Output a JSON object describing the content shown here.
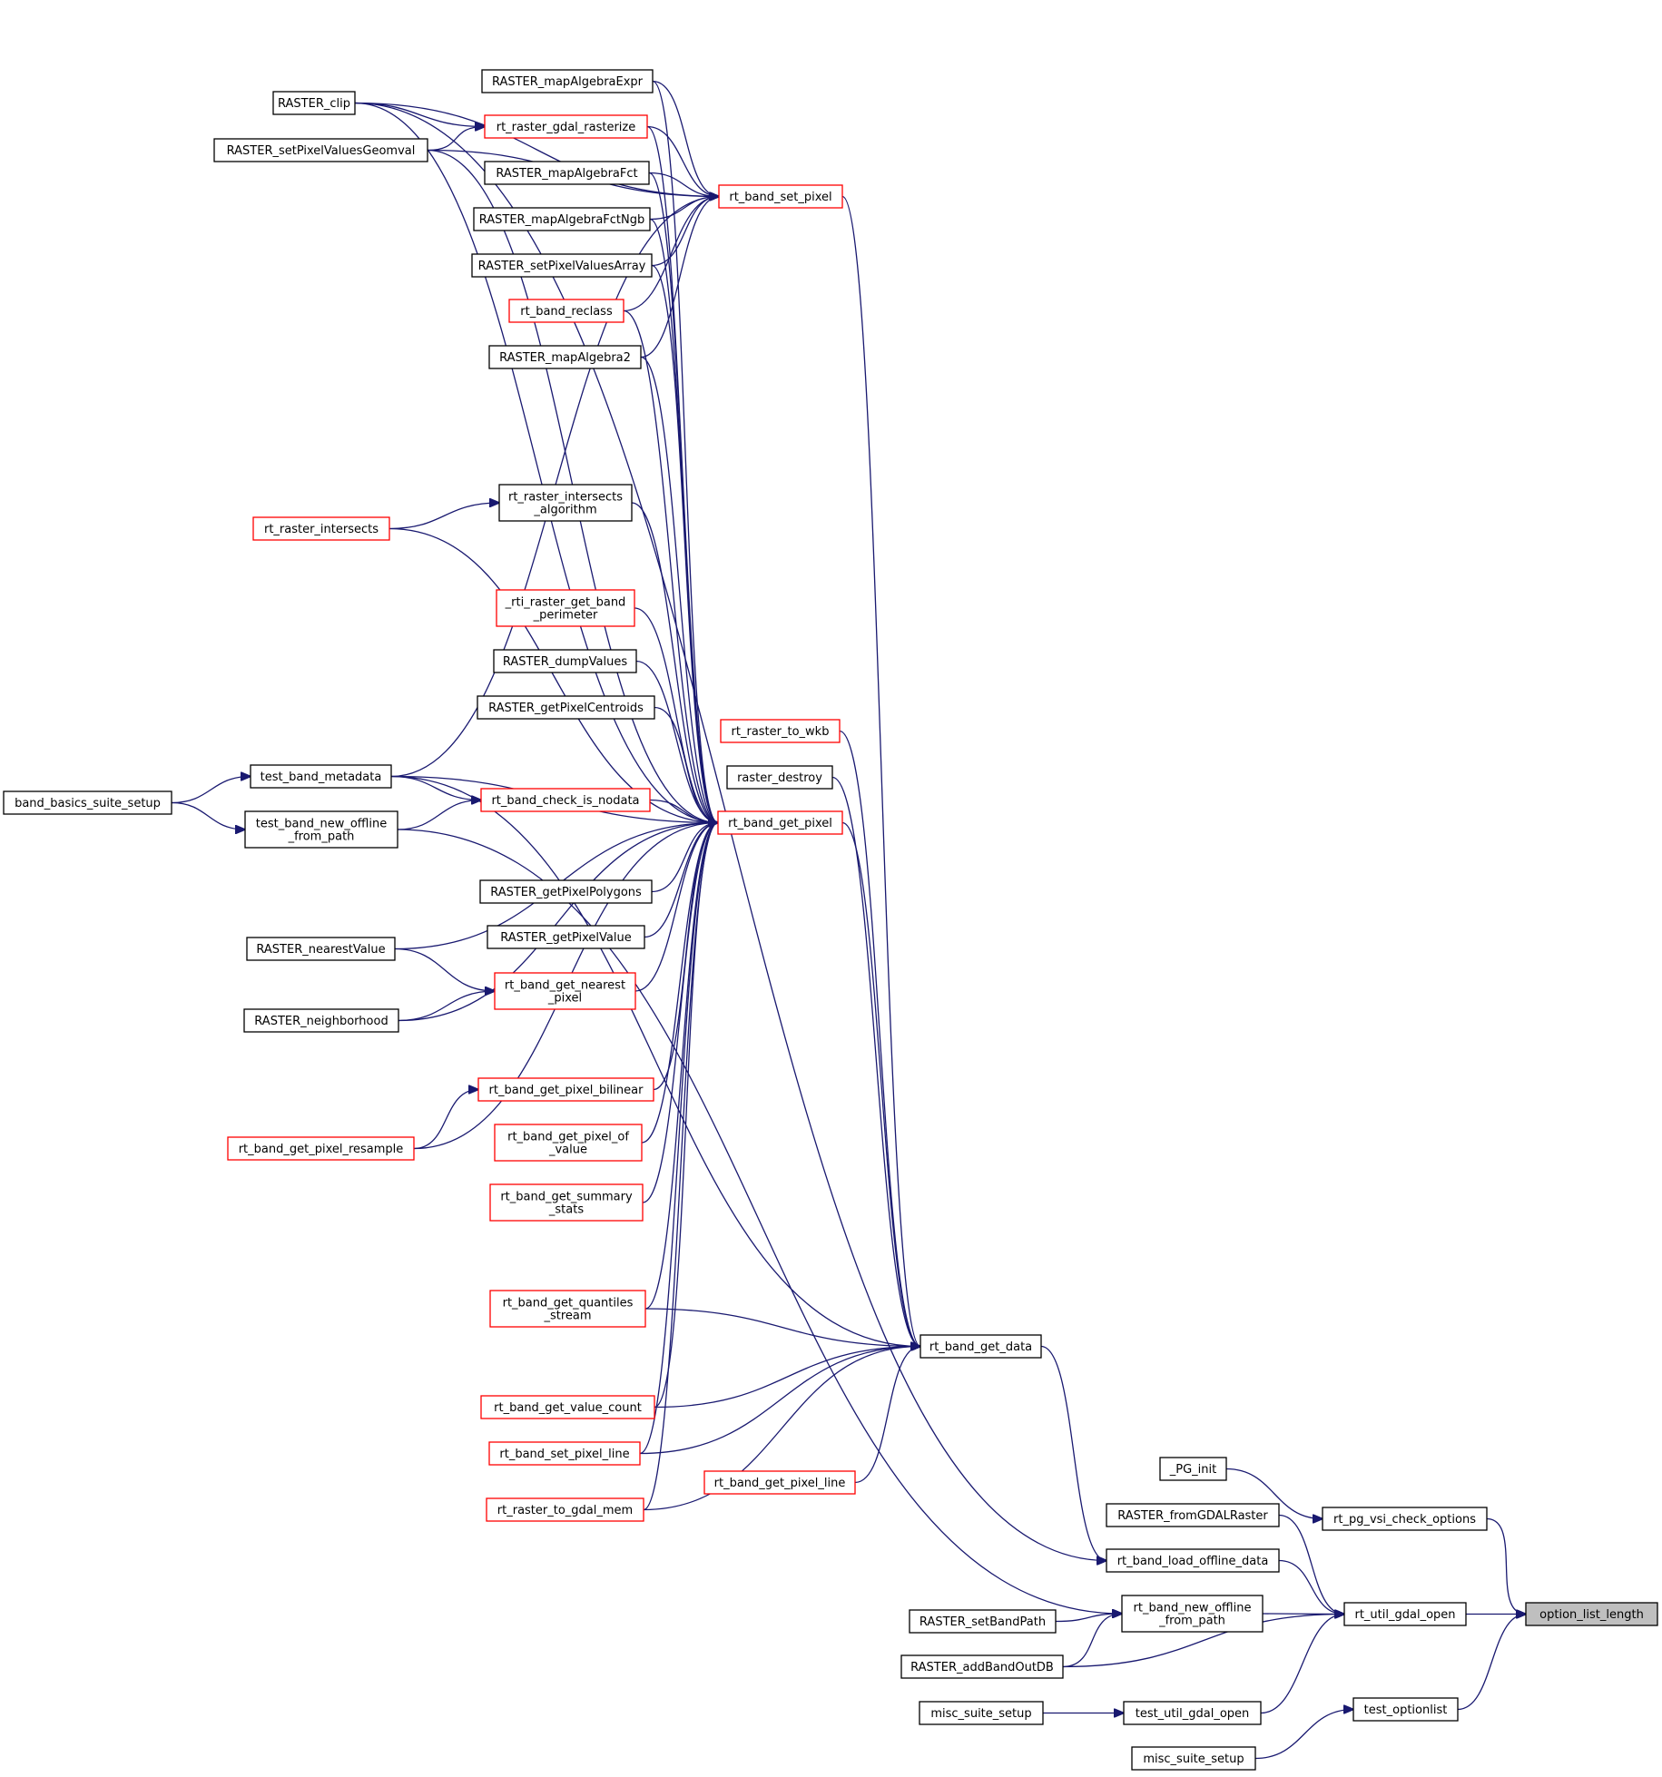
{
  "title": "Caller graph of option_list_length",
  "colors": {
    "edge": "#191970",
    "node_border": "#000000",
    "truncated_node_border": "#ff0000",
    "focus_node_fill": "#bfbfbf",
    "background": "#ffffff"
  },
  "focus_node": "option_list_length",
  "nodes": [
    {
      "id": "option_list_length",
      "label": [
        "option_list_length"
      ],
      "style": "focus"
    },
    {
      "id": "rt_pg_vsi_check_options",
      "label": [
        "rt_pg_vsi_check_options"
      ],
      "style": "normal"
    },
    {
      "id": "rt_util_gdal_open",
      "label": [
        "rt_util_gdal_open"
      ],
      "style": "normal"
    },
    {
      "id": "test_optionlist",
      "label": [
        "test_optionlist"
      ],
      "style": "normal"
    },
    {
      "id": "_PG_init",
      "label": [
        "_PG_init"
      ],
      "style": "normal"
    },
    {
      "id": "RASTER_fromGDALRaster",
      "label": [
        "RASTER_fromGDALRaster"
      ],
      "style": "normal"
    },
    {
      "id": "rt_band_load_offline_data",
      "label": [
        "rt_band_load_offline_data"
      ],
      "style": "normal"
    },
    {
      "id": "rt_band_new_offline_from_path",
      "label": [
        "rt_band_new_offline",
        "_from_path"
      ],
      "style": "normal"
    },
    {
      "id": "RASTER_setBandPath",
      "label": [
        "RASTER_setBandPath"
      ],
      "style": "normal"
    },
    {
      "id": "RASTER_addBandOutDB",
      "label": [
        "RASTER_addBandOutDB"
      ],
      "style": "normal"
    },
    {
      "id": "test_util_gdal_open",
      "label": [
        "test_util_gdal_open"
      ],
      "style": "normal"
    },
    {
      "id": "misc_suite_setup_1",
      "label": [
        "misc_suite_setup"
      ],
      "style": "normal"
    },
    {
      "id": "misc_suite_setup_2",
      "label": [
        "misc_suite_setup"
      ],
      "style": "normal"
    },
    {
      "id": "rt_band_get_data",
      "label": [
        "rt_band_get_data"
      ],
      "style": "normal"
    },
    {
      "id": "rt_band_set_pixel",
      "label": [
        "rt_band_set_pixel"
      ],
      "style": "truncated"
    },
    {
      "id": "rt_band_get_pixel",
      "label": [
        "rt_band_get_pixel"
      ],
      "style": "truncated"
    },
    {
      "id": "rt_raster_to_wkb",
      "label": [
        "rt_raster_to_wkb"
      ],
      "style": "truncated"
    },
    {
      "id": "raster_destroy",
      "label": [
        "raster_destroy"
      ],
      "style": "normal"
    },
    {
      "id": "rt_band_get_pixel_line",
      "label": [
        "rt_band_get_pixel_line"
      ],
      "style": "truncated"
    },
    {
      "id": "RASTER_mapAlgebraExpr",
      "label": [
        "RASTER_mapAlgebraExpr"
      ],
      "style": "normal"
    },
    {
      "id": "rt_raster_gdal_rasterize",
      "label": [
        "rt_raster_gdal_rasterize"
      ],
      "style": "truncated"
    },
    {
      "id": "RASTER_mapAlgebraFct",
      "label": [
        "RASTER_mapAlgebraFct"
      ],
      "style": "normal"
    },
    {
      "id": "RASTER_mapAlgebraFctNgb",
      "label": [
        "RASTER_mapAlgebraFctNgb"
      ],
      "style": "normal"
    },
    {
      "id": "RASTER_setPixelValuesArray",
      "label": [
        "RASTER_setPixelValuesArray"
      ],
      "style": "normal"
    },
    {
      "id": "rt_band_reclass",
      "label": [
        "rt_band_reclass"
      ],
      "style": "truncated"
    },
    {
      "id": "RASTER_mapAlgebra2",
      "label": [
        "RASTER_mapAlgebra2"
      ],
      "style": "normal"
    },
    {
      "id": "rt_raster_intersects_algorithm",
      "label": [
        "rt_raster_intersects",
        "_algorithm"
      ],
      "style": "normal"
    },
    {
      "id": "_rti_raster_get_band_perimeter",
      "label": [
        "_rti_raster_get_band",
        "_perimeter"
      ],
      "style": "truncated"
    },
    {
      "id": "RASTER_dumpValues",
      "label": [
        "RASTER_dumpValues"
      ],
      "style": "normal"
    },
    {
      "id": "RASTER_getPixelCentroids",
      "label": [
        "RASTER_getPixelCentroids"
      ],
      "style": "normal"
    },
    {
      "id": "rt_band_check_is_nodata",
      "label": [
        "rt_band_check_is_nodata"
      ],
      "style": "truncated"
    },
    {
      "id": "RASTER_getPixelPolygons",
      "label": [
        "RASTER_getPixelPolygons"
      ],
      "style": "normal"
    },
    {
      "id": "RASTER_getPixelValue",
      "label": [
        "RASTER_getPixelValue"
      ],
      "style": "normal"
    },
    {
      "id": "rt_band_get_nearest_pixel",
      "label": [
        "rt_band_get_nearest",
        "_pixel"
      ],
      "style": "truncated"
    },
    {
      "id": "rt_band_get_pixel_bilinear",
      "label": [
        "rt_band_get_pixel_bilinear"
      ],
      "style": "truncated"
    },
    {
      "id": "rt_band_get_pixel_of_value",
      "label": [
        "rt_band_get_pixel_of",
        "_value"
      ],
      "style": "truncated"
    },
    {
      "id": "rt_band_get_summary_stats",
      "label": [
        "rt_band_get_summary",
        "_stats"
      ],
      "style": "truncated"
    },
    {
      "id": "rt_band_get_quantiles_stream",
      "label": [
        "rt_band_get_quantiles",
        "_stream"
      ],
      "style": "truncated"
    },
    {
      "id": "rt_band_get_value_count",
      "label": [
        "rt_band_get_value_count"
      ],
      "style": "truncated"
    },
    {
      "id": "rt_band_set_pixel_line",
      "label": [
        "rt_band_set_pixel_line"
      ],
      "style": "truncated"
    },
    {
      "id": "rt_raster_to_gdal_mem",
      "label": [
        "rt_raster_to_gdal_mem"
      ],
      "style": "truncated"
    },
    {
      "id": "RASTER_clip",
      "label": [
        "RASTER_clip"
      ],
      "style": "normal"
    },
    {
      "id": "RASTER_setPixelValuesGeomval",
      "label": [
        "RASTER_setPixelValuesGeomval"
      ],
      "style": "normal"
    },
    {
      "id": "rt_raster_intersects",
      "label": [
        "rt_raster_intersects"
      ],
      "style": "truncated"
    },
    {
      "id": "test_band_metadata",
      "label": [
        "test_band_metadata"
      ],
      "style": "normal"
    },
    {
      "id": "test_band_new_offline_from_path",
      "label": [
        "test_band_new_offline",
        "_from_path"
      ],
      "style": "normal"
    },
    {
      "id": "band_basics_suite_setup",
      "label": [
        "band_basics_suite_setup"
      ],
      "style": "normal"
    },
    {
      "id": "RASTER_nearestValue",
      "label": [
        "RASTER_nearestValue"
      ],
      "style": "normal"
    },
    {
      "id": "RASTER_neighborhood",
      "label": [
        "RASTER_neighborhood"
      ],
      "style": "normal"
    },
    {
      "id": "rt_band_get_pixel_resample",
      "label": [
        "rt_band_get_pixel_resample"
      ],
      "style": "truncated"
    }
  ],
  "edges": [
    [
      "rt_pg_vsi_check_options",
      "option_list_length"
    ],
    [
      "rt_util_gdal_open",
      "option_list_length"
    ],
    [
      "test_optionlist",
      "option_list_length"
    ],
    [
      "_PG_init",
      "rt_pg_vsi_check_options"
    ],
    [
      "RASTER_fromGDALRaster",
      "rt_util_gdal_open"
    ],
    [
      "rt_band_load_offline_data",
      "rt_util_gdal_open"
    ],
    [
      "rt_band_new_offline_from_path",
      "rt_util_gdal_open"
    ],
    [
      "RASTER_addBandOutDB",
      "rt_util_gdal_open"
    ],
    [
      "test_util_gdal_open",
      "rt_util_gdal_open"
    ],
    [
      "misc_suite_setup_2",
      "test_optionlist"
    ],
    [
      "misc_suite_setup_1",
      "test_util_gdal_open"
    ],
    [
      "RASTER_setBandPath",
      "rt_band_new_offline_from_path"
    ],
    [
      "RASTER_addBandOutDB",
      "rt_band_new_offline_from_path"
    ],
    [
      "test_band_new_offline_from_path",
      "rt_band_new_offline_from_path"
    ],
    [
      "rt_band_get_data",
      "rt_band_load_offline_data"
    ],
    [
      "RASTER_clip",
      "rt_band_load_offline_data"
    ],
    [
      "rt_band_set_pixel",
      "rt_band_get_data"
    ],
    [
      "rt_band_get_pixel",
      "rt_band_get_data"
    ],
    [
      "rt_raster_to_wkb",
      "rt_band_get_data"
    ],
    [
      "raster_destroy",
      "rt_band_get_data"
    ],
    [
      "rt_band_get_quantiles_stream",
      "rt_band_get_data"
    ],
    [
      "test_band_metadata",
      "rt_band_get_data"
    ],
    [
      "rt_band_get_value_count",
      "rt_band_get_data"
    ],
    [
      "rt_band_set_pixel_line",
      "rt_band_get_data"
    ],
    [
      "rt_band_get_pixel_line",
      "rt_band_get_data"
    ],
    [
      "rt_raster_to_gdal_mem",
      "rt_band_get_data"
    ],
    [
      "RASTER_mapAlgebraExpr",
      "rt_band_set_pixel"
    ],
    [
      "rt_raster_gdal_rasterize",
      "rt_band_set_pixel"
    ],
    [
      "RASTER_mapAlgebraFct",
      "rt_band_set_pixel"
    ],
    [
      "RASTER_mapAlgebraFctNgb",
      "rt_band_set_pixel"
    ],
    [
      "RASTER_setPixelValuesArray",
      "rt_band_set_pixel"
    ],
    [
      "rt_band_reclass",
      "rt_band_set_pixel"
    ],
    [
      "RASTER_mapAlgebra2",
      "rt_band_set_pixel"
    ],
    [
      "RASTER_clip",
      "rt_band_set_pixel"
    ],
    [
      "RASTER_setPixelValuesGeomval",
      "rt_band_set_pixel"
    ],
    [
      "test_band_metadata",
      "rt_band_set_pixel"
    ],
    [
      "RASTER_clip",
      "rt_raster_gdal_rasterize"
    ],
    [
      "RASTER_setPixelValuesGeomval",
      "rt_raster_gdal_rasterize"
    ],
    [
      "RASTER_mapAlgebraExpr",
      "rt_band_get_pixel"
    ],
    [
      "rt_raster_gdal_rasterize",
      "rt_band_get_pixel"
    ],
    [
      "RASTER_mapAlgebraFct",
      "rt_band_get_pixel"
    ],
    [
      "RASTER_mapAlgebraFctNgb",
      "rt_band_get_pixel"
    ],
    [
      "RASTER_setPixelValuesArray",
      "rt_band_get_pixel"
    ],
    [
      "rt_band_reclass",
      "rt_band_get_pixel"
    ],
    [
      "RASTER_mapAlgebra2",
      "rt_band_get_pixel"
    ],
    [
      "RASTER_clip",
      "rt_band_get_pixel"
    ],
    [
      "RASTER_setPixelValuesGeomval",
      "rt_band_get_pixel"
    ],
    [
      "rt_raster_intersects_algorithm",
      "rt_band_get_pixel"
    ],
    [
      "rt_raster_intersects",
      "rt_band_get_pixel"
    ],
    [
      "_rti_raster_get_band_perimeter",
      "rt_band_get_pixel"
    ],
    [
      "RASTER_dumpValues",
      "rt_band_get_pixel"
    ],
    [
      "RASTER_getPixelCentroids",
      "rt_band_get_pixel"
    ],
    [
      "test_band_metadata",
      "rt_band_get_pixel"
    ],
    [
      "rt_band_check_is_nodata",
      "rt_band_get_pixel"
    ],
    [
      "RASTER_nearestValue",
      "rt_band_get_pixel"
    ],
    [
      "RASTER_getPixelPolygons",
      "rt_band_get_pixel"
    ],
    [
      "RASTER_getPixelValue",
      "rt_band_get_pixel"
    ],
    [
      "rt_band_get_nearest_pixel",
      "rt_band_get_pixel"
    ],
    [
      "RASTER_neighborhood",
      "rt_band_get_pixel"
    ],
    [
      "rt_band_get_pixel_bilinear",
      "rt_band_get_pixel"
    ],
    [
      "rt_band_get_pixel_of_value",
      "rt_band_get_pixel"
    ],
    [
      "rt_band_get_summary_stats",
      "rt_band_get_pixel"
    ],
    [
      "rt_band_get_pixel_resample",
      "rt_band_get_pixel"
    ],
    [
      "rt_band_get_quantiles_stream",
      "rt_band_get_pixel"
    ],
    [
      "rt_band_get_value_count",
      "rt_band_get_pixel"
    ],
    [
      "rt_band_set_pixel_line",
      "rt_band_get_pixel"
    ],
    [
      "rt_raster_to_gdal_mem",
      "rt_band_get_pixel"
    ],
    [
      "rt_raster_intersects",
      "rt_raster_intersects_algorithm"
    ],
    [
      "test_band_metadata",
      "rt_band_check_is_nodata"
    ],
    [
      "test_band_new_offline_from_path",
      "rt_band_check_is_nodata"
    ],
    [
      "band_basics_suite_setup",
      "test_band_metadata"
    ],
    [
      "band_basics_suite_setup",
      "test_band_new_offline_from_path"
    ],
    [
      "RASTER_nearestValue",
      "rt_band_get_nearest_pixel"
    ],
    [
      "RASTER_neighborhood",
      "rt_band_get_nearest_pixel"
    ],
    [
      "rt_band_get_pixel_resample",
      "rt_band_get_pixel_bilinear"
    ]
  ]
}
